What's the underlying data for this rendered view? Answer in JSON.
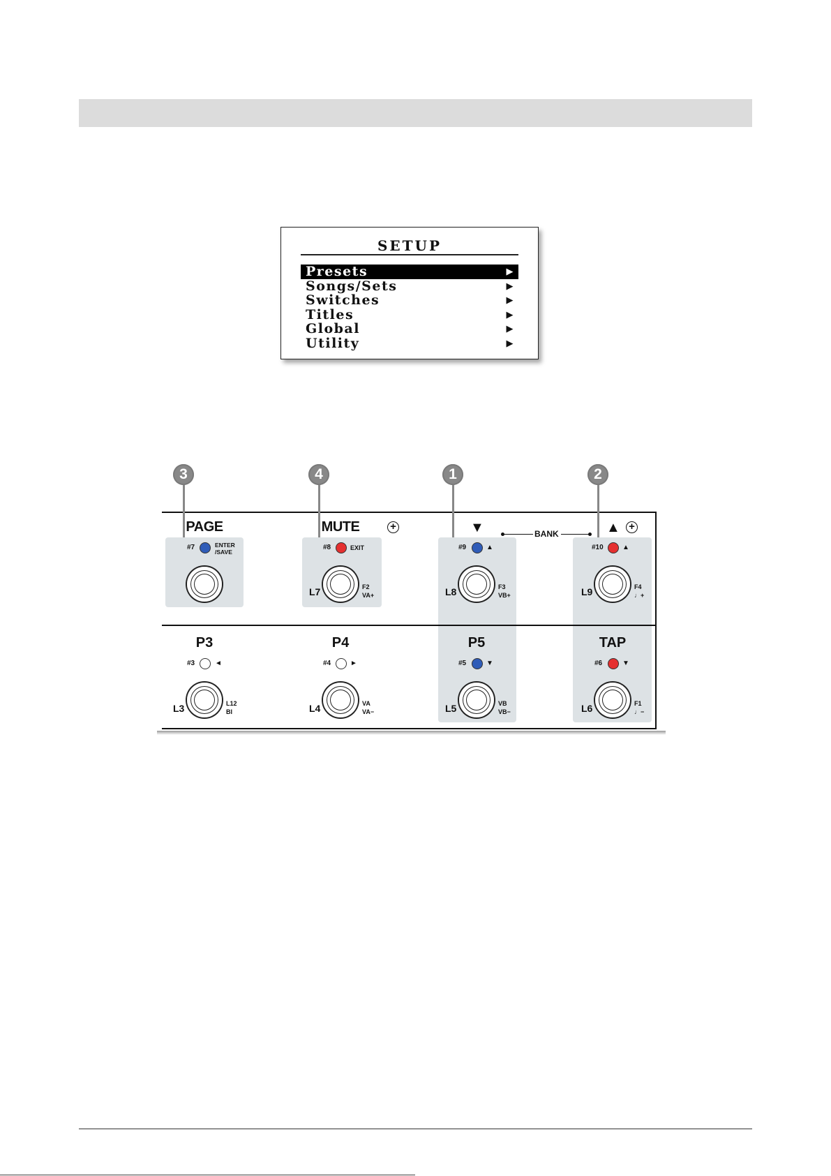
{
  "lcd": {
    "title": "SETUP",
    "items": [
      {
        "label": "Presets",
        "selected": true
      },
      {
        "label": "Songs/Sets"
      },
      {
        "label": "Switches"
      },
      {
        "label": "Titles"
      },
      {
        "label": "Global"
      },
      {
        "label": "Utility"
      }
    ]
  },
  "callouts": [
    "3",
    "4",
    "1",
    "2"
  ],
  "bank_label": "BANK",
  "top_row": [
    {
      "title": "PAGE",
      "num": "#7",
      "led": "blue",
      "side": "ENTER\n/SAVE",
      "L": "",
      "r1": "",
      "r2": ""
    },
    {
      "title": "MUTE",
      "num": "#8",
      "led": "red",
      "side": "EXIT",
      "L": "L7",
      "r1": "F2",
      "r2": "VA+"
    },
    {
      "title": "▼",
      "num": "#9",
      "led": "blue",
      "side": "▲",
      "L": "L8",
      "r1": "F3",
      "r2": "VB+"
    },
    {
      "title": "▲",
      "num": "#10",
      "led": "red",
      "side": "▲",
      "L": "L9",
      "r1": "F4",
      "r2": "♩+"
    }
  ],
  "bottom_row": [
    {
      "title": "P3",
      "num": "#3",
      "led": "off",
      "side": "◄",
      "L": "L3",
      "r1": "L12",
      "r2": "BI"
    },
    {
      "title": "P4",
      "num": "#4",
      "led": "off",
      "side": "►",
      "L": "L4",
      "r1": "VA",
      "r2": "VA−"
    },
    {
      "title": "P5",
      "num": "#5",
      "led": "blue",
      "side": "▼",
      "L": "L5",
      "r1": "VB",
      "r2": "VB−"
    },
    {
      "title": "TAP",
      "num": "#6",
      "led": "red",
      "side": "▼",
      "L": "L6",
      "r1": "F1",
      "r2": "♩−"
    }
  ],
  "colors": {
    "blue_led": "#2f5cb8",
    "red_led": "#e53030",
    "shade": "#dde2e5",
    "callout": "#888888"
  }
}
